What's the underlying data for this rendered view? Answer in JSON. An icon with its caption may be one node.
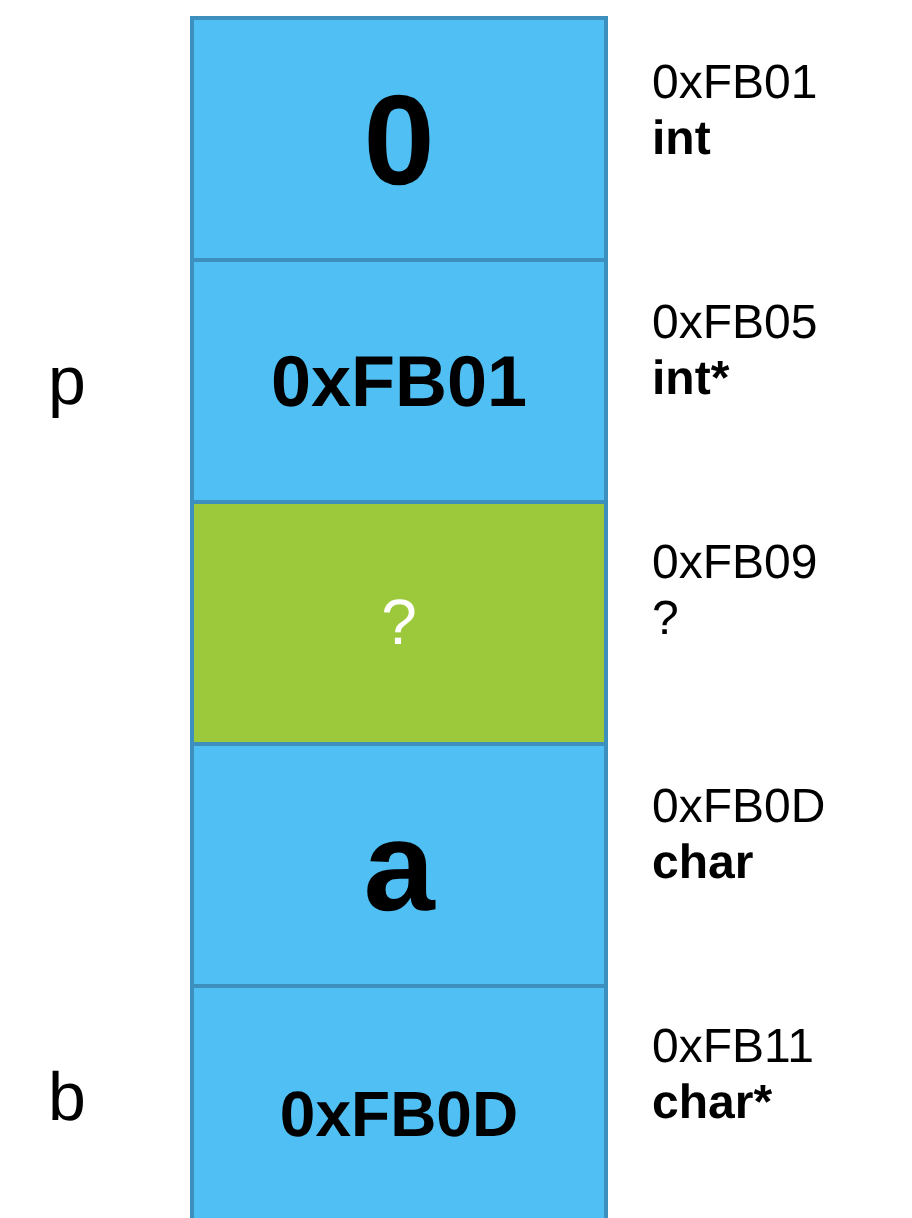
{
  "diagram": {
    "nodes": [
      {
        "text": [
          "0"
        ],
        "beside": [
          "0xFB01",
          "int"
        ]
      },
      {
        "text": [
          "0xFB01"
        ],
        "beside": [
          "0xFB05",
          "int*"
        ]
      },
      {
        "text": [
          "?"
        ],
        "beside": [
          "0xFB09",
          "?"
        ]
      },
      {
        "text": [
          "a"
        ],
        "beside": [
          "0xFB0D",
          "char"
        ]
      },
      {
        "text": [
          "0xFB0D"
        ],
        "beside": [
          "0xFB11",
          "char*"
        ]
      }
    ],
    "labels": [
      "p",
      "b"
    ]
  }
}
